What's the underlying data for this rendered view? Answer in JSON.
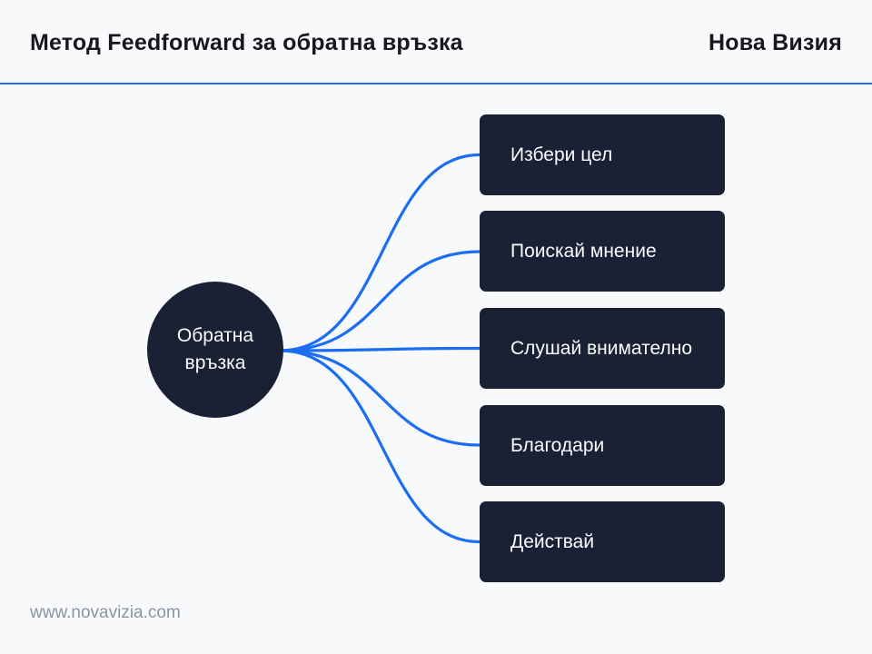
{
  "header": {
    "title": "Метод Feedforward за обратна връзка",
    "brand": "Нова Визия",
    "divider_color": "#1b6ef3"
  },
  "diagram": {
    "center_node": {
      "label": "Обратна връзка"
    },
    "nodes": [
      {
        "label": "Избери цел"
      },
      {
        "label": "Поискай мнение"
      },
      {
        "label": "Слушай внимателно"
      },
      {
        "label": "Благодари"
      },
      {
        "label": "Действай"
      }
    ],
    "colors": {
      "node_background": "#1a2135",
      "node_text": "#fafbfd",
      "connector": "#1b6ef3",
      "page_background": "#f8f9fb"
    }
  },
  "footer": {
    "website": "www.novavizia.com"
  }
}
